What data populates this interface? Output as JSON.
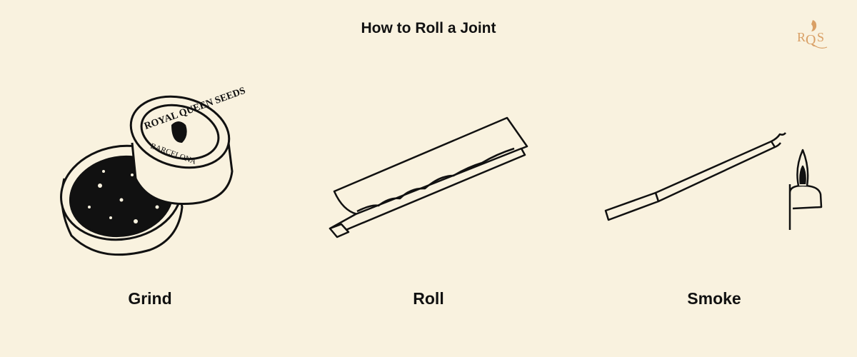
{
  "title": "How to Roll a Joint",
  "logo": {
    "text": "RQS",
    "color": "#d9a066"
  },
  "grinder_text": {
    "top": "ROYAL QUEEN SEEDS",
    "bottom": "BARCELONA"
  },
  "steps": [
    {
      "label": "Grind",
      "icon": "grinder-icon"
    },
    {
      "label": "Roll",
      "icon": "rolling-paper-icon"
    },
    {
      "label": "Smoke",
      "icon": "joint-lighter-icon"
    }
  ]
}
